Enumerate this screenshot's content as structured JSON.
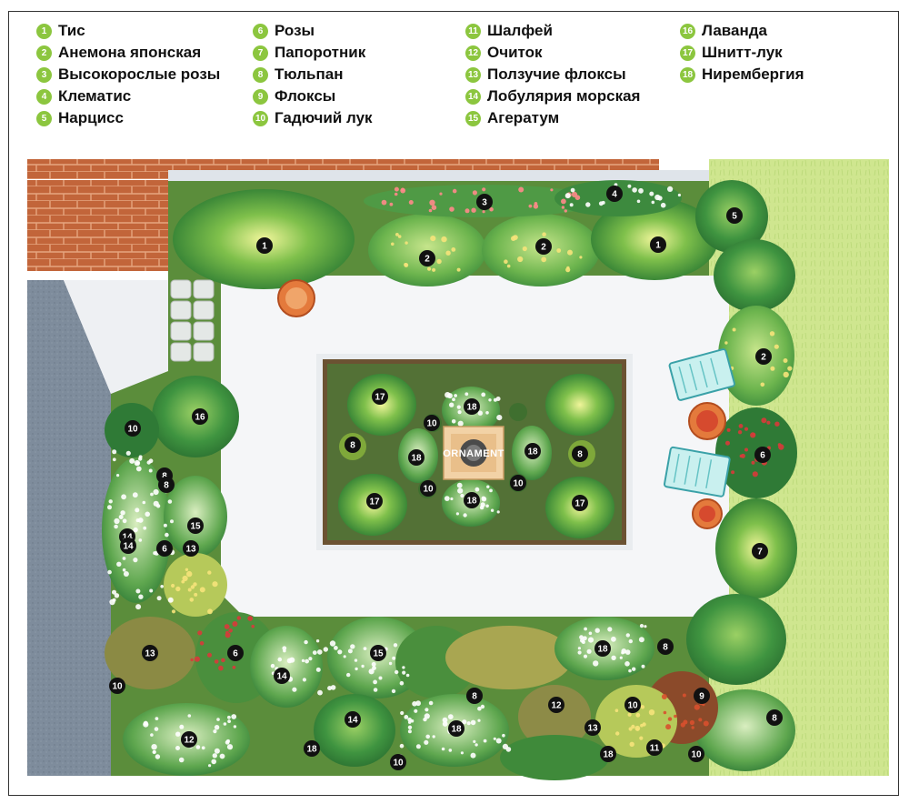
{
  "legend": [
    {
      "num": "1",
      "label": "Тис"
    },
    {
      "num": "2",
      "label": "Анемона японская"
    },
    {
      "num": "3",
      "label": "Высокорослые розы"
    },
    {
      "num": "4",
      "label": "Клематис"
    },
    {
      "num": "5",
      "label": "Нарцисс"
    },
    {
      "num": "6",
      "label": "Розы"
    },
    {
      "num": "7",
      "label": "Папоротник"
    },
    {
      "num": "8",
      "label": "Тюльпан"
    },
    {
      "num": "9",
      "label": "Флоксы"
    },
    {
      "num": "10",
      "label": "Гадючий лук"
    },
    {
      "num": "11",
      "label": "Шалфей"
    },
    {
      "num": "12",
      "label": "Очиток"
    },
    {
      "num": "13",
      "label": "Ползучие флоксы"
    },
    {
      "num": "14",
      "label": "Лобулярия морская"
    },
    {
      "num": "15",
      "label": "Агератум"
    },
    {
      "num": "16",
      "label": "Лаванда"
    },
    {
      "num": "17",
      "label": "Шнитт-лук"
    },
    {
      "num": "18",
      "label": "Нирембергия"
    }
  ],
  "ornament_label": "ORNAMENT",
  "colors": {
    "legend_badge": "#8cc63f",
    "marker": "#111111",
    "brick": "#c0643a",
    "path": "#f4f5f7",
    "lawn": "#cde58a",
    "foliage": "#4f9a45",
    "soil": "#7a5a35",
    "asphalt": "#7d8a99"
  },
  "plant_markers": [
    "1",
    "2",
    "3",
    "2",
    "4",
    "1",
    "5",
    "2",
    "6",
    "7",
    "8",
    "9",
    "8",
    "10",
    "11",
    "18",
    "10",
    "12",
    "13",
    "18",
    "8",
    "14",
    "18",
    "10",
    "15",
    "14",
    "13",
    "12",
    "8",
    "6",
    "10",
    "13",
    "14",
    "15",
    "6",
    "8",
    "14",
    "16",
    "10",
    "17",
    "18",
    "10",
    "8",
    "18",
    "10",
    "18",
    "8",
    "18",
    "10",
    "17",
    "18",
    "17"
  ]
}
